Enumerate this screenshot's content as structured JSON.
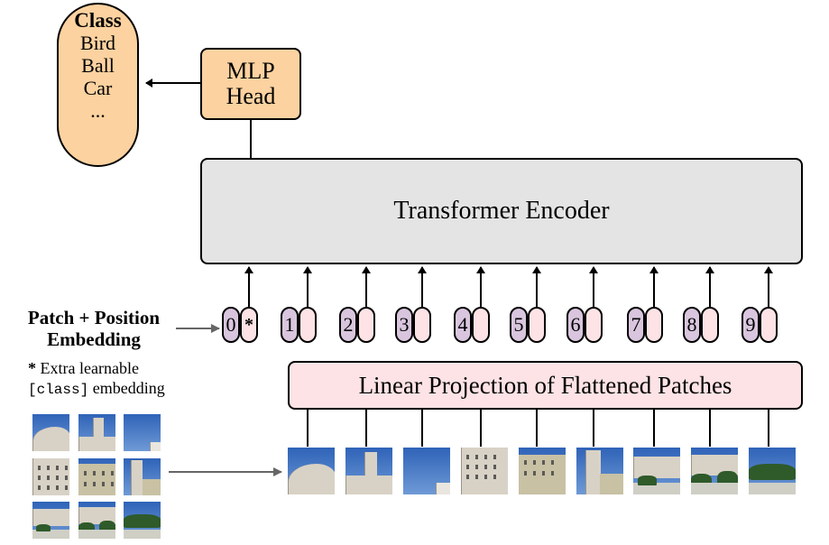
{
  "class_box": {
    "title": "Class",
    "items": [
      "Bird",
      "Ball",
      "Car",
      "..."
    ]
  },
  "mlp_head": {
    "line1": "MLP",
    "line2": "Head"
  },
  "transformer_encoder": {
    "label": "Transformer Encoder"
  },
  "linear_projection": {
    "label": "Linear Projection of Flattened Patches"
  },
  "patch_position_embedding": {
    "line1": "Patch + Position",
    "line2": "Embedding"
  },
  "extra_note": {
    "star": "*",
    "line1": "Extra learnable",
    "class_token": "[class]",
    "line2_suffix": "embedding"
  },
  "positions": [
    "0",
    "1",
    "2",
    "3",
    "4",
    "5",
    "6",
    "7",
    "8",
    "9"
  ],
  "class_token_marker": "*",
  "colors": {
    "orange": "#fcd2a0",
    "gray": "#e4e4e4",
    "pink": "#fde3e5",
    "purple": "#d9c6de",
    "arrow_gray": "#666666"
  }
}
